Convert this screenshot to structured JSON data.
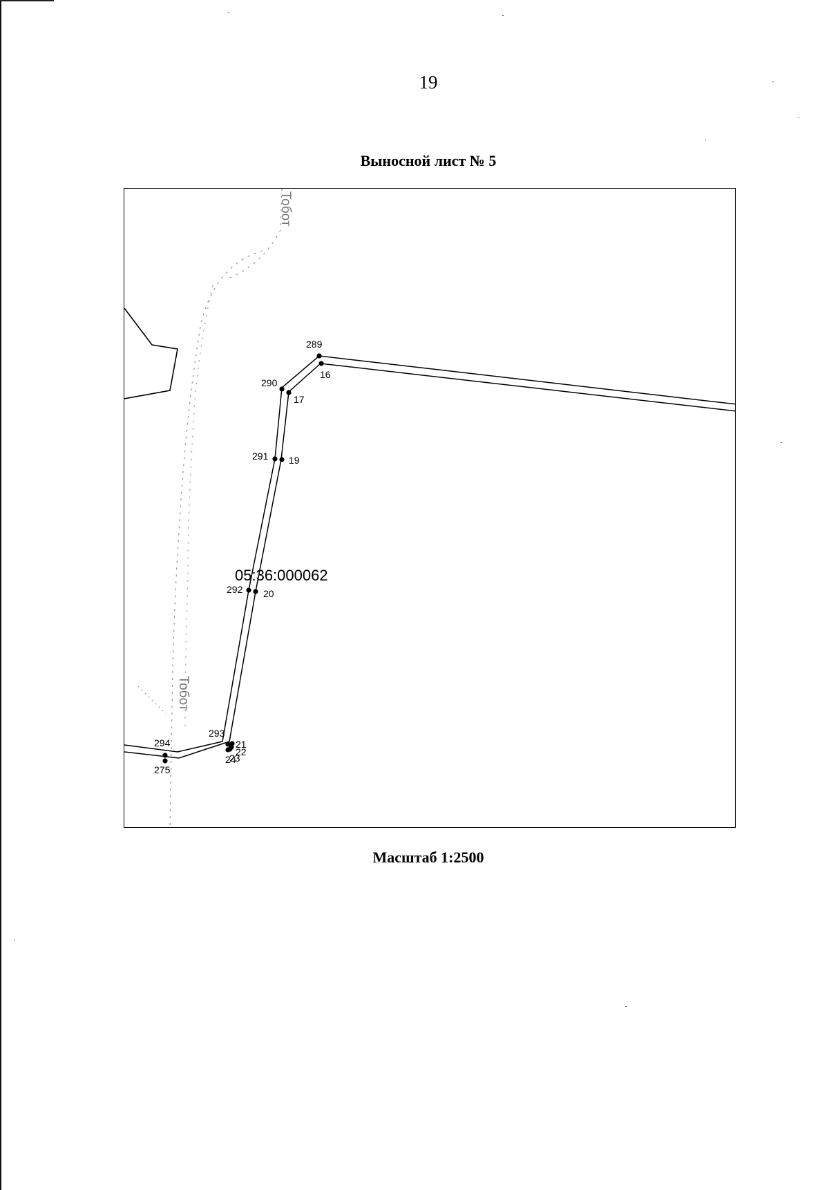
{
  "page": {
    "number": "19",
    "title": "Выносной лист № 5",
    "scale": "Масштаб 1:2500"
  },
  "map": {
    "parcel_id": "05:36:000062",
    "road_name": "Тобот",
    "colors": {
      "lines": "#000000",
      "road": "#888888"
    },
    "points": [
      {
        "id": "289",
        "label": "289"
      },
      {
        "id": "16",
        "label": "16"
      },
      {
        "id": "290",
        "label": "290"
      },
      {
        "id": "17",
        "label": "17"
      },
      {
        "id": "291",
        "label": "291"
      },
      {
        "id": "19",
        "label": "19"
      },
      {
        "id": "292",
        "label": "292"
      },
      {
        "id": "20",
        "label": "20"
      },
      {
        "id": "293",
        "label": "293"
      },
      {
        "id": "21",
        "label": "21"
      },
      {
        "id": "22",
        "label": "22"
      },
      {
        "id": "23",
        "label": "23"
      },
      {
        "id": "24",
        "label": "24"
      },
      {
        "id": "294",
        "label": "294"
      },
      {
        "id": "275",
        "label": "275"
      }
    ]
  }
}
